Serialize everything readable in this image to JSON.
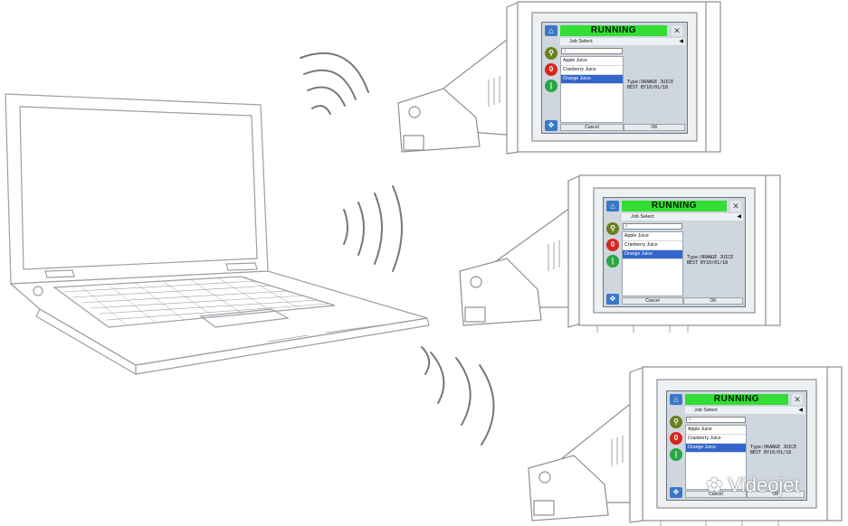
{
  "printer_ui": {
    "status": "RUNNING",
    "screen_title": "Job Select",
    "search_placeholder": "",
    "jobs": [
      "Apple Juice",
      "Cranberry Juice",
      "Orange Juice"
    ],
    "selected_job_index": 2,
    "preview_line1": "Type:ORANGE JUICE",
    "preview_line2": "BEST BY10/01/18",
    "cancel_label": "Cancel",
    "ok_label": "OK",
    "status_color": "#33dd33",
    "selection_color": "#3366cc",
    "icons": [
      "home-icon",
      "tools-icon",
      "key-icon",
      "stop-icon",
      "start-icon",
      "navigate-icon",
      "search-icon"
    ]
  },
  "watermark": {
    "text": "Videojet",
    "icon": "wechat-icon"
  }
}
